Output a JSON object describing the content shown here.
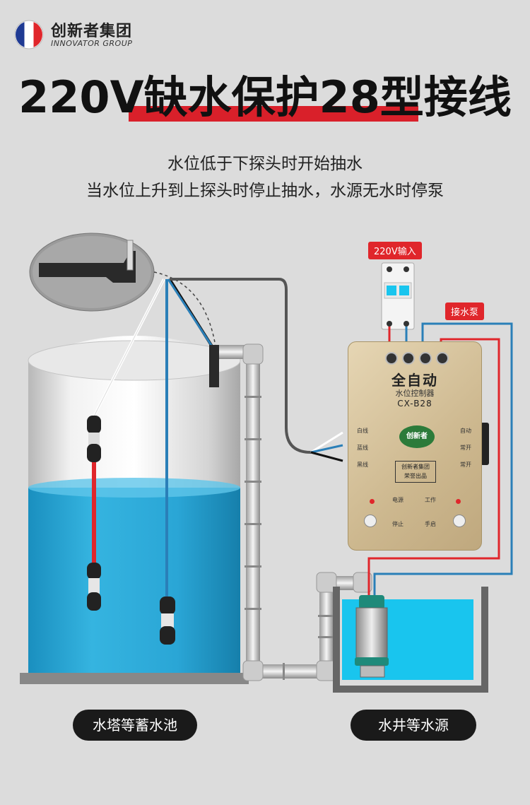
{
  "brand": {
    "name_cn": "创新者集团",
    "name_en": "INNOVATOR GROUP"
  },
  "headline": "220V缺水保护28型接线",
  "description": {
    "line1": "水位低于下探头时开始抽水",
    "line2": "当水位上升到上探头时停止抽水，水源无水时停泵"
  },
  "labels": {
    "input_220v": "220V输入",
    "pump": "接水泵",
    "tower": "水塔等蓄水池",
    "well": "水井等水源"
  },
  "controller": {
    "title": "全自动",
    "subtitle": "水位控制器",
    "model": "CX-B28",
    "logo": "创新者",
    "badge_line1": "创新者集团",
    "badge_line2": "荣誉出品",
    "left_col": [
      "白线",
      "蓝线",
      "黑线"
    ],
    "right_col": [
      "自动",
      "常开",
      "常开"
    ],
    "power_label": "电源",
    "work_label": "工作",
    "stop_label": "停止",
    "manual_label": "手启"
  },
  "colors": {
    "accent_red": "#d9202a",
    "water_blue": "#1aa0d2",
    "wire_blue": "#2a7fb8"
  }
}
